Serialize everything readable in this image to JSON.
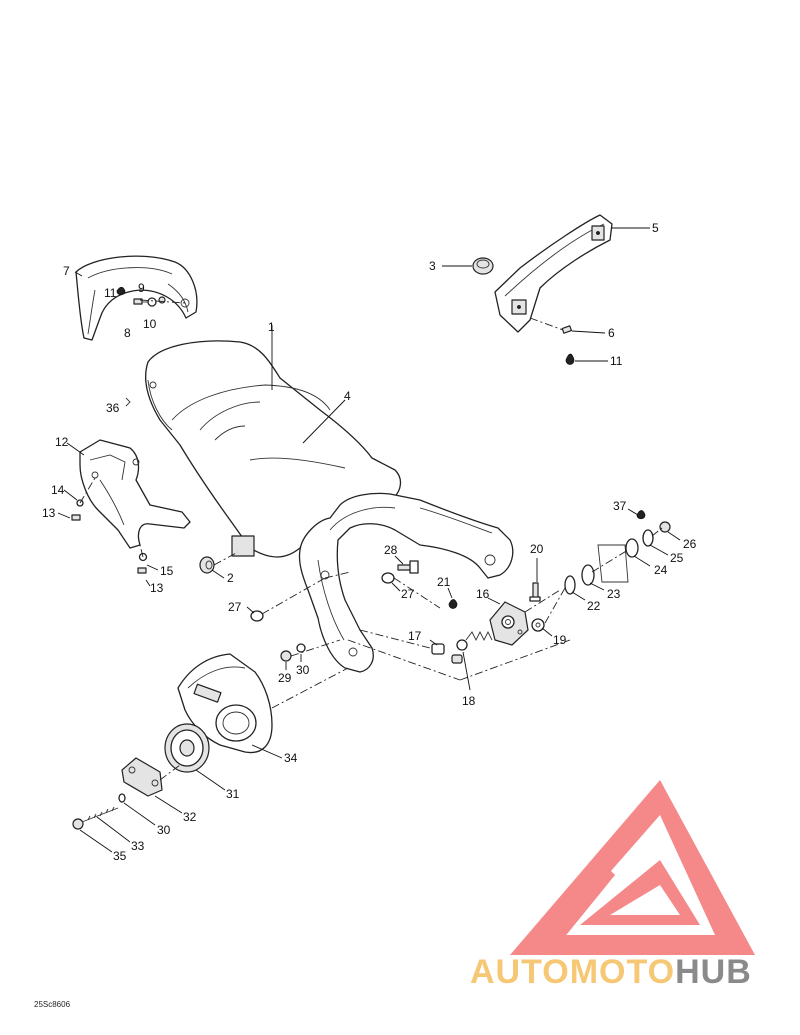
{
  "diagram": {
    "reference_code": "25Sc8606",
    "labels": {
      "p1": "1",
      "p2": "2",
      "p3": "3",
      "p4": "4",
      "p5": "5",
      "p6": "6",
      "p7": "7",
      "p8": "8",
      "p9": "9",
      "p10": "10",
      "p11a": "11",
      "p11b": "11",
      "p12": "12",
      "p13a": "13",
      "p13b": "13",
      "p14": "14",
      "p15": "15",
      "p16": "16",
      "p17": "17",
      "p18": "18",
      "p19": "19",
      "p20": "20",
      "p21": "21",
      "p22": "22",
      "p23": "23",
      "p24": "24",
      "p25": "25",
      "p26": "26",
      "p27a": "27",
      "p27b": "27",
      "p28": "28",
      "p29": "29",
      "p30a": "30",
      "p30b": "30",
      "p31": "31",
      "p32": "32",
      "p33": "33",
      "p34": "34",
      "p35": "35",
      "p36": "36",
      "p37": "37"
    }
  },
  "watermark": {
    "brand_auto": "AUTO",
    "brand_moto": "MOTO",
    "brand_hub": "HUB",
    "colors": {
      "auto": "#f6c774",
      "moto": "#f6c774",
      "hub": "#8a8a8a",
      "logo": "#f47c7c"
    }
  }
}
